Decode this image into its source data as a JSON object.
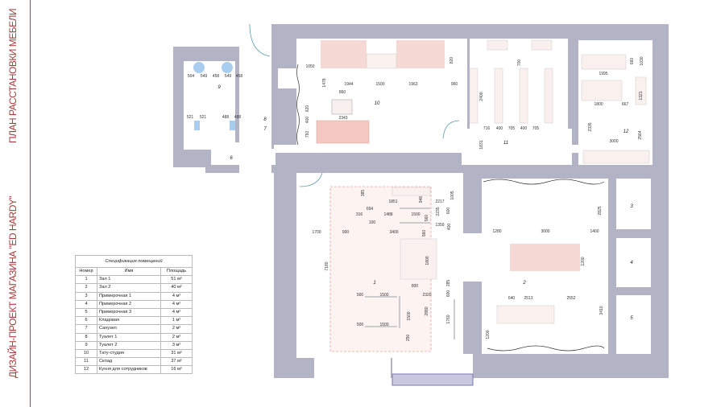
{
  "title_main": "ДИЗАЙН-ПРОЕКТ МАГАЗИНА \"ED HARDY\"",
  "title_sub": "ПЛАН РАССТАНОВКИ МЕБЕЛИ",
  "colors": {
    "wall": "#b3b3c6",
    "accent": "#a63c3c",
    "furniture_pink": "#f6d9d4",
    "fixture_blue": "#a9cdee"
  },
  "room_labels": [
    "1",
    "2",
    "3",
    "4",
    "5",
    "6",
    "7",
    "8",
    "9",
    "10",
    "11",
    "12"
  ],
  "spec": {
    "caption": "Спецификация помещений",
    "headers": [
      "Номер",
      "Имя",
      "Площадь"
    ],
    "rows": [
      [
        "1",
        "Зал 1",
        "51 м²"
      ],
      [
        "2",
        "Зал 2",
        "40 м²"
      ],
      [
        "3",
        "Примерочная 1",
        "4 м²"
      ],
      [
        "4",
        "Примерочная 2",
        "4 м²"
      ],
      [
        "5",
        "Примерочная 3",
        "4 м²"
      ],
      [
        "6",
        "Кладовая",
        "1 м²"
      ],
      [
        "7",
        "Санузел",
        "2 м²"
      ],
      [
        "8",
        "Туалет 1",
        "2 м²"
      ],
      [
        "9",
        "Туалет 2",
        "3 м²"
      ],
      [
        "10",
        "Тату-студия",
        "31 м²"
      ],
      [
        "11",
        "Склад",
        "37 м²"
      ],
      [
        "12",
        "Кухня для сотрудников",
        "16 м²"
      ]
    ]
  },
  "dims": [
    "504",
    "549",
    "458",
    "549",
    "458",
    "521",
    "521",
    "488",
    "488",
    "1050",
    "1478",
    "1944",
    "1500",
    "1963",
    "960",
    "820",
    "860",
    "620",
    "2343",
    "400",
    "792",
    "2400",
    "700",
    "716",
    "400",
    "705",
    "400",
    "705",
    "1831",
    "1995",
    "660",
    "1030",
    "1321",
    "1800",
    "667",
    "2335",
    "3000",
    "2564",
    "385",
    "1851",
    "946",
    "2217",
    "1005",
    "316",
    "694",
    "1488",
    "1500",
    "2235",
    "600",
    "100",
    "560",
    "1359",
    "400",
    "1700",
    "900",
    "3400",
    "560",
    "7180",
    "1800",
    "800",
    "500",
    "1500",
    "2320",
    "285",
    "600",
    "1500",
    "2880",
    "1760",
    "500",
    "1500",
    "250",
    "1280",
    "3000",
    "1400",
    "2825",
    "1200",
    "640",
    "2513",
    "2552",
    "3410",
    "1200"
  ]
}
